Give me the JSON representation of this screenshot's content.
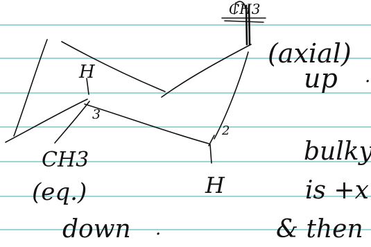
{
  "notebook": {
    "ruling_color": "#78c7cc",
    "ink_color": "#111111",
    "paper_color": "#ffffff"
  },
  "sketch": {
    "name": "cyclohexane-chair",
    "substituent_top": "CH3",
    "h_top_left": "H",
    "carbon_3": "3",
    "carbon_2": "2",
    "substituent_left": "CH3",
    "h_bottom": "H",
    "note_axial_label": "(axial)",
    "note_axial_direction": "up",
    "note_axial_trailing": ".",
    "note_eq_label": "(eq.)",
    "note_eq_direction": "down",
    "note_eq_trailing": "."
  },
  "margin_text": {
    "line1": "bulky",
    "line2": "is +x",
    "line3": "& then"
  }
}
